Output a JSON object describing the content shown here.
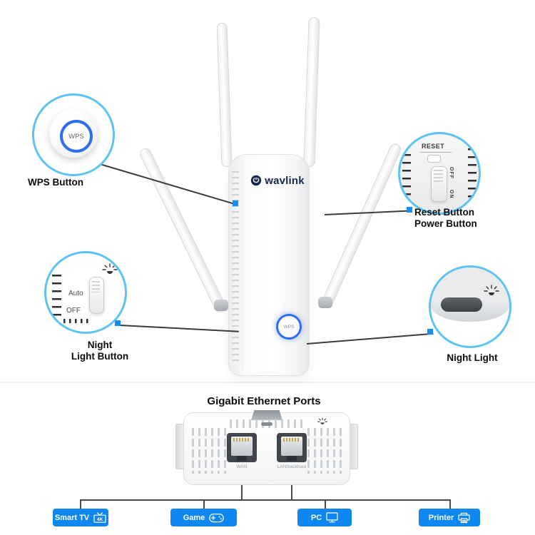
{
  "brand": {
    "logo_text": "wavlink"
  },
  "device_front": {
    "wps_button_text": "WPS"
  },
  "callouts": {
    "wps": {
      "button_text": "WPS",
      "label": "WPS Button"
    },
    "reset_power": {
      "reset_text": "RESET",
      "switch_text_off": "OFF",
      "switch_text_on": "ON",
      "label_line1": "Reset Button",
      "label_line2": "Power Button"
    },
    "night_light_button": {
      "auto_text": "Auto",
      "off_text": "OFF",
      "label_line1": "Night",
      "label_line2": "Light Button"
    },
    "night_light": {
      "label": "Night Light"
    }
  },
  "ethernet_section": {
    "title": "Gigabit Ethernet Ports",
    "ports": [
      {
        "label": "WAN"
      },
      {
        "label": "LAN/backhaul"
      }
    ],
    "connected_devices": [
      {
        "label": "Smart TV",
        "icon": "smart-tv-4k-icon",
        "badge": "4K"
      },
      {
        "label": "Game",
        "icon": "gamepad-icon"
      },
      {
        "label": "PC",
        "icon": "pc-monitor-icon"
      },
      {
        "label": "Printer",
        "icon": "printer-icon"
      }
    ]
  },
  "colors": {
    "callout_ring": "#5cc3f3",
    "accent_blue": "#1b8cf0",
    "wps_ring_blue": "#2e6ef0",
    "device_box_blue": "#0e87f2",
    "text_dark": "#0c0c0c"
  }
}
